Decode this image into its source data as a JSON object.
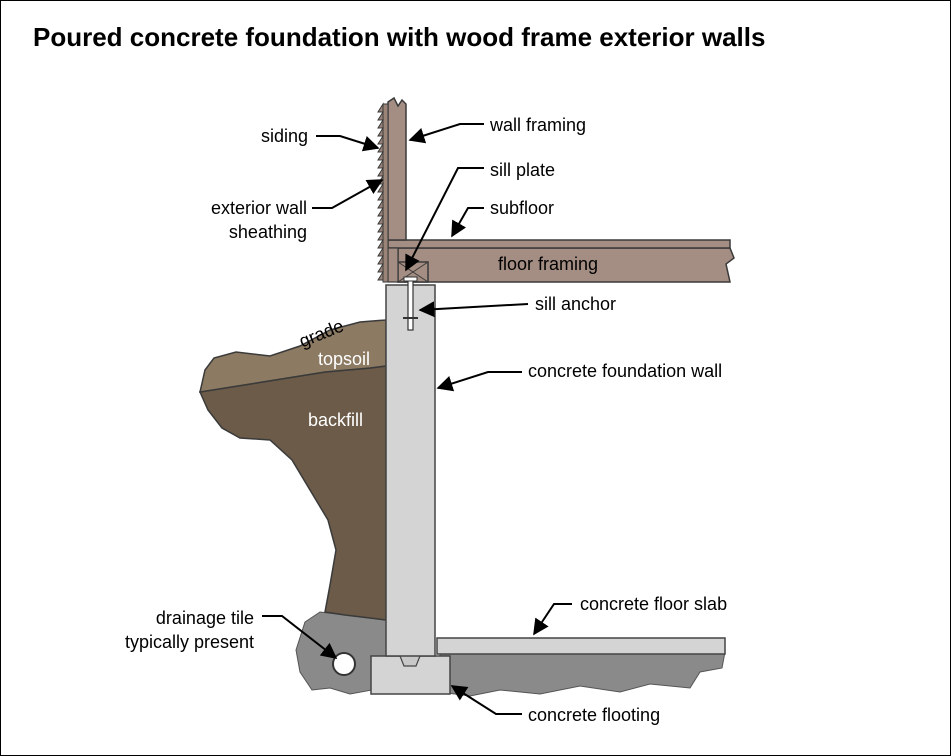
{
  "title": "Poured concrete foundation with wood frame exterior walls",
  "labels": {
    "siding": "siding",
    "exterior_wall_sheathing_1": "exterior wall",
    "exterior_wall_sheathing_2": "sheathing",
    "wall_framing": "wall framing",
    "sill_plate": "sill plate",
    "subfloor": "subfloor",
    "floor_framing": "floor framing",
    "sill_anchor": "sill anchor",
    "grade": "grade",
    "topsoil": "topsoil",
    "backfill": "backfill",
    "concrete_foundation_wall": "concrete foundation wall",
    "concrete_floor_slab": "concrete floor slab",
    "drainage_tile_1": "drainage tile",
    "drainage_tile_2": "typically present",
    "concrete_flooting": "concrete flooting"
  },
  "colors": {
    "wood": "#a48d82",
    "concrete": "#d4d4d4",
    "topsoil": "#8c7a63",
    "backfill": "#6b5b48",
    "gravel": "#8a8a8a",
    "outline": "#3a3a3a"
  }
}
